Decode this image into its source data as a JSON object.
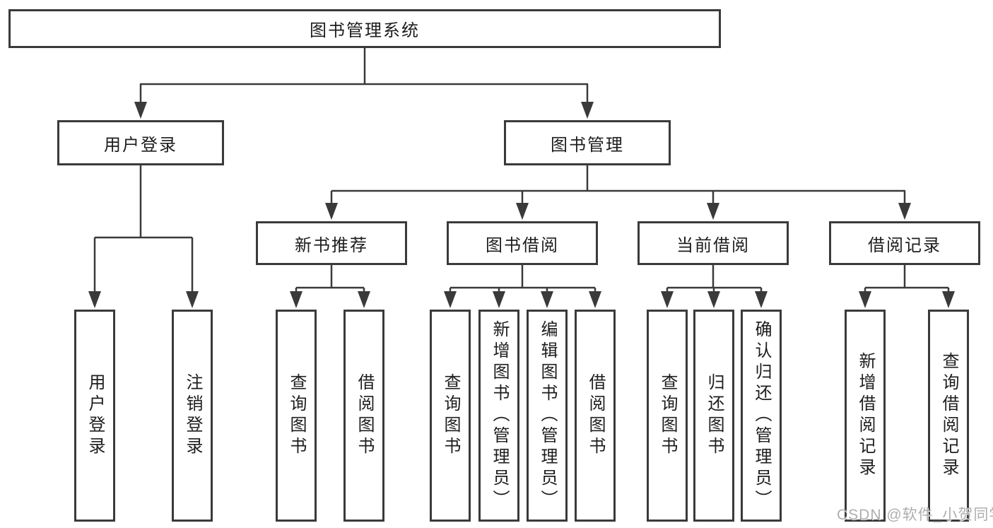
{
  "diagram": {
    "title": "图书管理系统",
    "user_login": {
      "label": "用户登录",
      "leaves": [
        "用户登录",
        "注销登录"
      ]
    },
    "book_management": {
      "label": "图书管理",
      "sections": [
        {
          "label": "新书推荐",
          "leaves": [
            "查询图书",
            "借阅图书"
          ]
        },
        {
          "label": "图书借阅",
          "leaves": [
            "查询图书",
            "新增图书（管理员）",
            "编辑图书（管理员）",
            "借阅图书"
          ]
        },
        {
          "label": "当前借阅",
          "leaves": [
            "查询图书",
            "归还图书",
            "确认归还（管理员）"
          ]
        },
        {
          "label": "借阅记录",
          "leaves": [
            "新增借阅记录",
            "查询借阅记录"
          ]
        }
      ]
    }
  },
  "watermark": {
    "text": "CSDN @软件_小贺同学"
  },
  "colors": {
    "line": "#3a3a3a",
    "text": "#1d1d1d",
    "watermark": "#aeaeae",
    "background": "#ffffff"
  }
}
